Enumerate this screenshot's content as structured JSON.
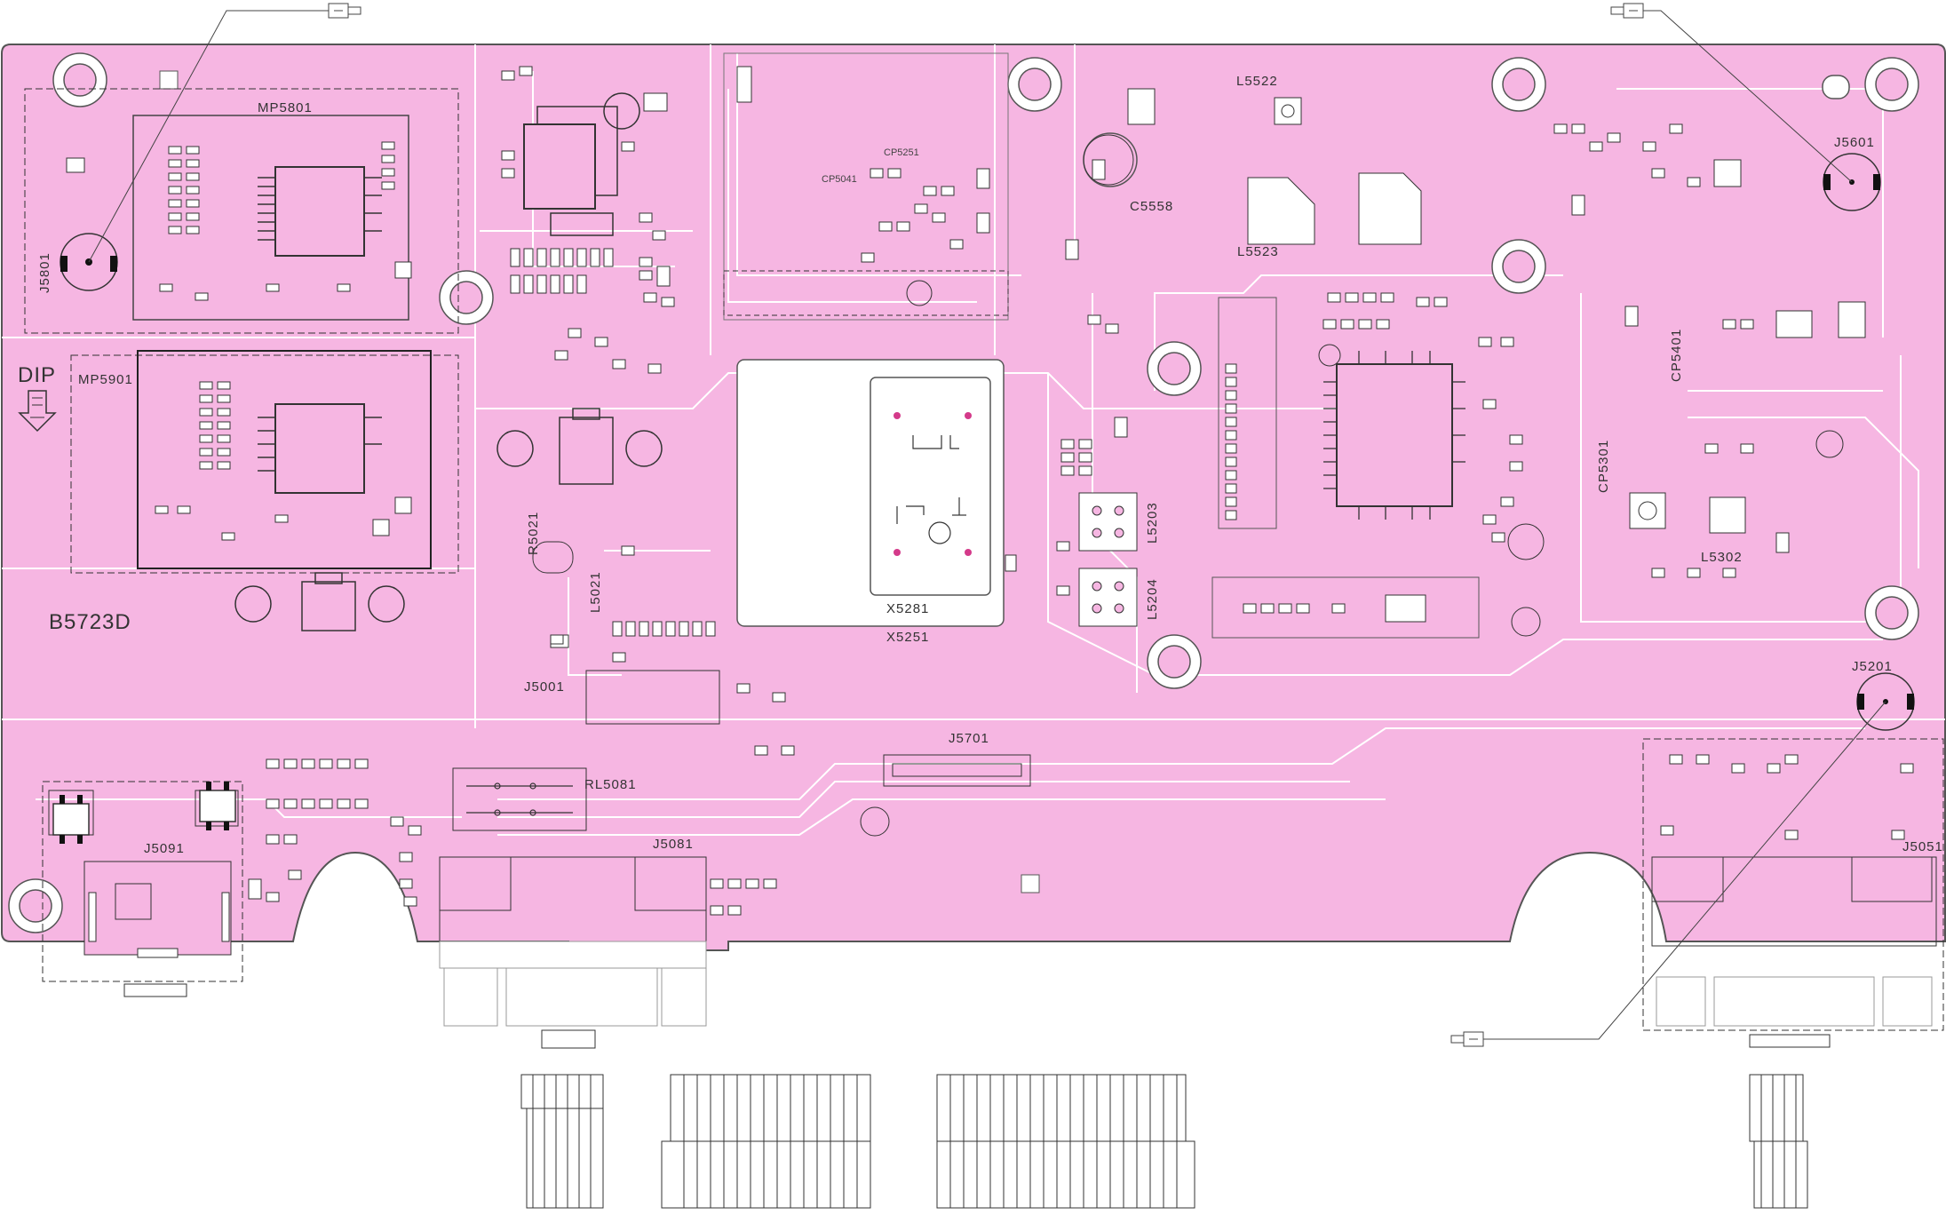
{
  "board": {
    "name": "B5723D",
    "dip_label": "DIP",
    "colors": {
      "board": "#f6b6e2",
      "trace": "#ffffff",
      "line": "#555555",
      "pad": "#d43a8a",
      "chip": "#2b2b2b"
    }
  },
  "labels": {
    "mp5801": "MP5801",
    "mp5901": "MP5901",
    "j5801": "J5801",
    "j5601": "J5601",
    "j5201": "J5201",
    "j5051": "J5051",
    "j5001": "J5001",
    "j5081": "J5081",
    "j5091": "J5091",
    "j5701": "J5701",
    "rl5081": "RL5081",
    "x5281": "X5281",
    "x5251": "X5251",
    "l5522": "L5522",
    "l5523": "L5523",
    "l5203": "L5203",
    "l5204": "L5204",
    "l5302": "L5302",
    "l5021": "L5021",
    "r5021": "R5021",
    "c5558": "C5558",
    "cp5401": "CP5401",
    "cp5301": "CP5301",
    "cp5251": "CP5251",
    "cp5041": "CP5041"
  },
  "icons": {
    "dip_arrow": "down-arrow-icon",
    "probe": "probe-connector-icon"
  }
}
